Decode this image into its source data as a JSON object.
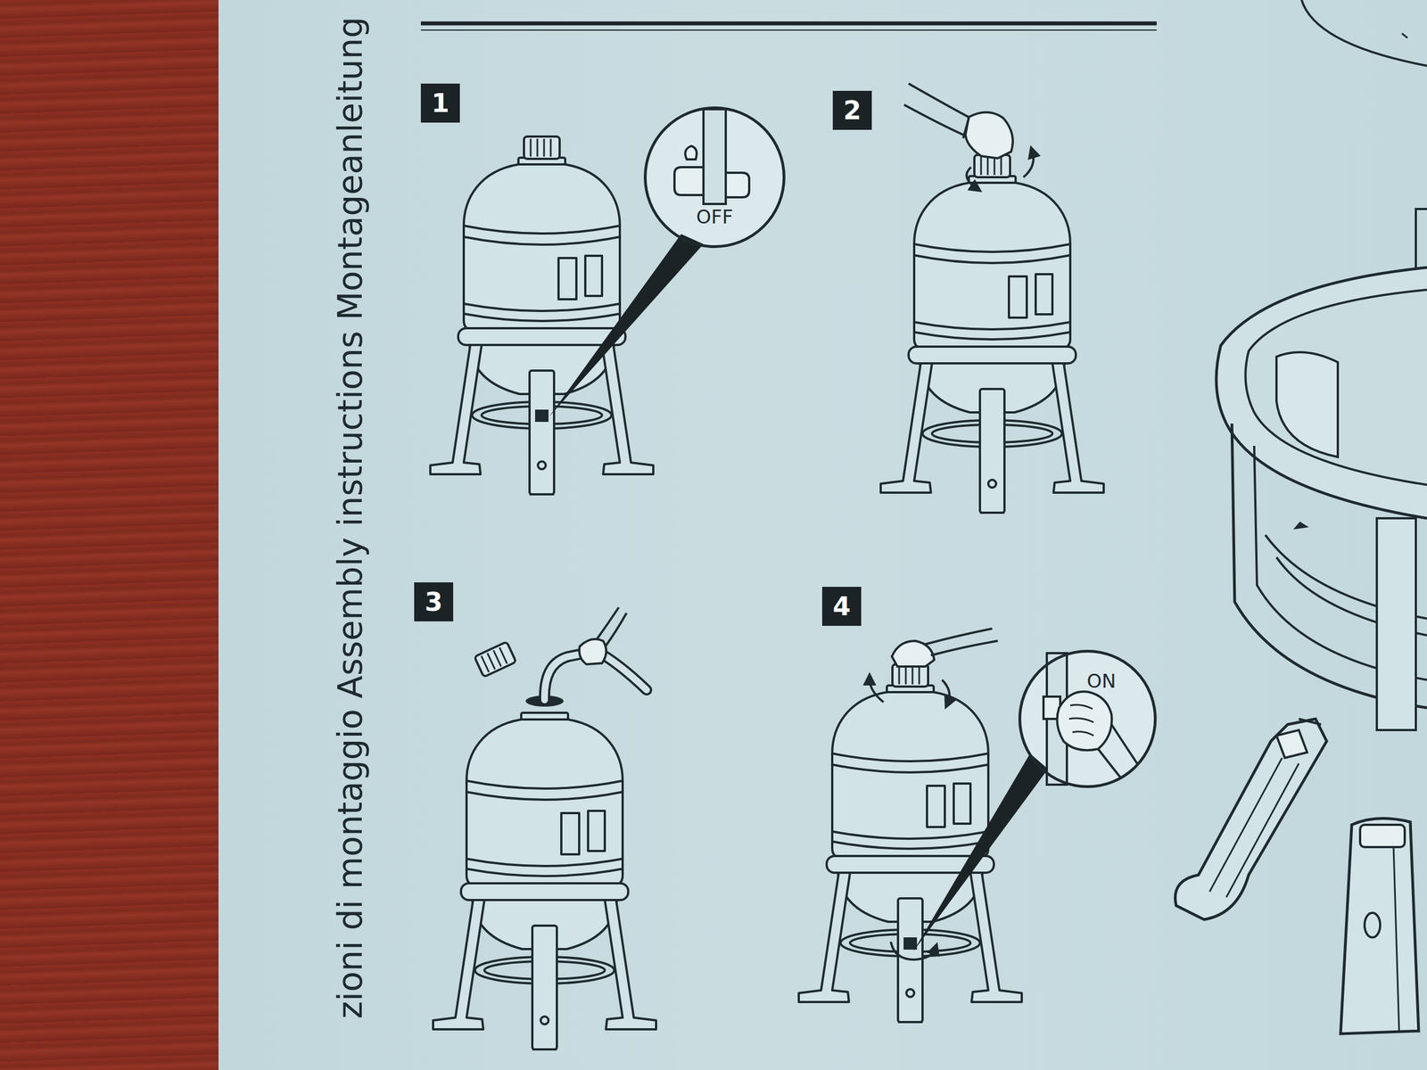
{
  "diagram": {
    "title": "zioni di montaggio Assembly instructions Montageanleitung",
    "nodes": [
      {
        "text": [
          "1"
        ]
      },
      {
        "text": [
          "OFF"
        ]
      },
      {
        "text": [
          "2"
        ]
      },
      {
        "text": [
          "3"
        ]
      },
      {
        "text": [
          "4"
        ]
      },
      {
        "text": [
          "ON"
        ]
      }
    ]
  }
}
